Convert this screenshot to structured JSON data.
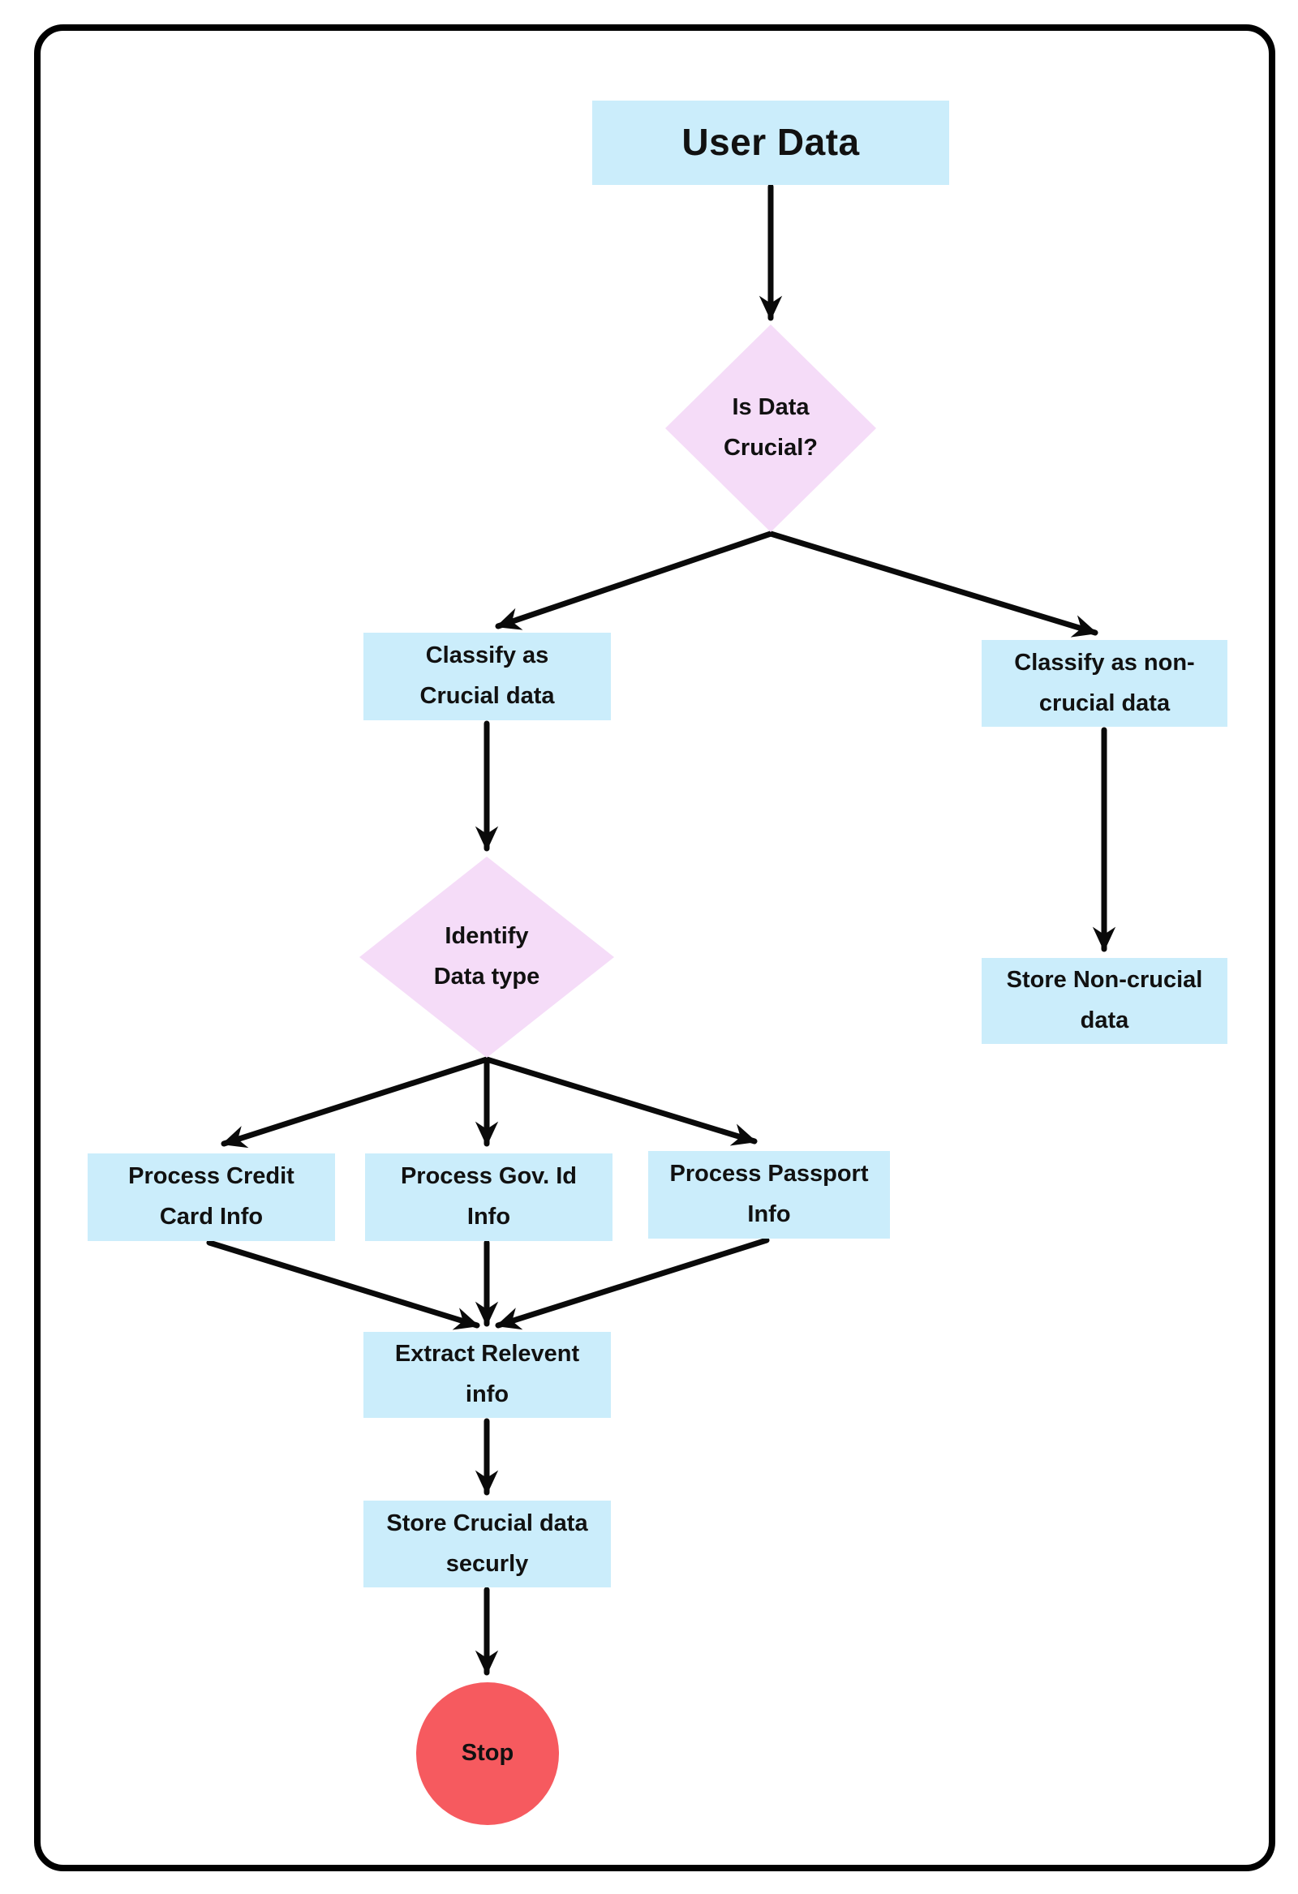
{
  "diagram": {
    "type": "flowchart",
    "colors": {
      "process_fill": "#cbedfb",
      "decision_fill": "#f5dcf8",
      "stop_fill": "#f65a5f",
      "arrow": "#0a0a0a",
      "text": "#111111",
      "background": "#ffffff",
      "border_color": "#000000"
    },
    "nodes": {
      "user_data": {
        "label": "User Data",
        "shape": "rectangle"
      },
      "is_data_crucial": {
        "label": "Is Data\nCrucial?",
        "shape": "diamond"
      },
      "classify_crucial": {
        "label": "Classify as\nCrucial data",
        "shape": "rectangle"
      },
      "classify_non_crucial": {
        "label": "Classify as non-\ncrucial data",
        "shape": "rectangle"
      },
      "identify_data_type": {
        "label": "Identify\nData type",
        "shape": "diamond"
      },
      "store_non_crucial": {
        "label": "Store Non-crucial\ndata",
        "shape": "rectangle"
      },
      "process_credit_card": {
        "label": "Process Credit\nCard Info",
        "shape": "rectangle"
      },
      "process_gov_id": {
        "label": "Process Gov. Id\nInfo",
        "shape": "rectangle"
      },
      "process_passport": {
        "label": "Process Passport\nInfo",
        "shape": "rectangle"
      },
      "extract_relevant": {
        "label": "Extract Relevent\ninfo",
        "shape": "rectangle"
      },
      "store_crucial": {
        "label": "Store Crucial data\nsecurly",
        "shape": "rectangle"
      },
      "stop": {
        "label": "Stop",
        "shape": "circle"
      }
    },
    "edges": [
      {
        "from": "user_data",
        "to": "is_data_crucial"
      },
      {
        "from": "is_data_crucial",
        "to": "classify_crucial"
      },
      {
        "from": "is_data_crucial",
        "to": "classify_non_crucial"
      },
      {
        "from": "classify_crucial",
        "to": "identify_data_type"
      },
      {
        "from": "classify_non_crucial",
        "to": "store_non_crucial"
      },
      {
        "from": "identify_data_type",
        "to": "process_credit_card"
      },
      {
        "from": "identify_data_type",
        "to": "process_gov_id"
      },
      {
        "from": "identify_data_type",
        "to": "process_passport"
      },
      {
        "from": "process_credit_card",
        "to": "extract_relevant"
      },
      {
        "from": "process_gov_id",
        "to": "extract_relevant"
      },
      {
        "from": "process_passport",
        "to": "extract_relevant"
      },
      {
        "from": "extract_relevant",
        "to": "store_crucial"
      },
      {
        "from": "store_crucial",
        "to": "stop"
      }
    ]
  }
}
